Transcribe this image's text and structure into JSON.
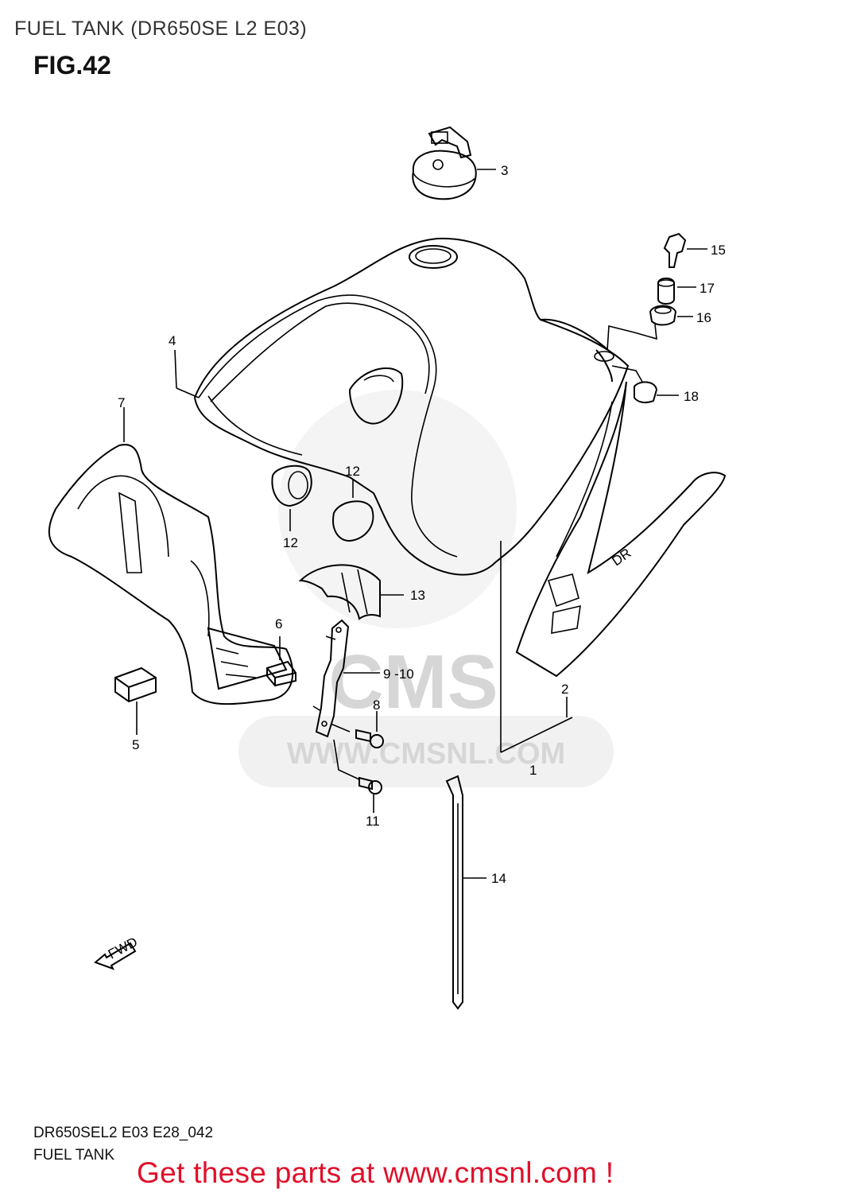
{
  "header": {
    "title": "FUEL TANK (DR650SE L2 E03)",
    "figure": "FIG.42"
  },
  "footer": {
    "diagram_code": "DR650SEL2 E03 E28_042",
    "subtitle": "FUEL TANK",
    "promo": "Get these parts at www.cmsnl.com !"
  },
  "watermark": {
    "brand": "CMS",
    "url": "WWW.CMSNL.COM"
  },
  "direction_tag": "FWD",
  "callouts": {
    "c1": "1",
    "c2": "2",
    "c3": "3",
    "c4": "4",
    "c5": "5",
    "c6": "6",
    "c7": "7",
    "c8": "8",
    "c9": "9 -10",
    "c11": "11",
    "c12a": "12",
    "c12b": "12",
    "c13": "13",
    "c14": "14",
    "c15": "15",
    "c16": "16",
    "c17": "17",
    "c18": "18"
  },
  "colors": {
    "promo": "#e0102a",
    "watermark": "#d9d9d9"
  }
}
